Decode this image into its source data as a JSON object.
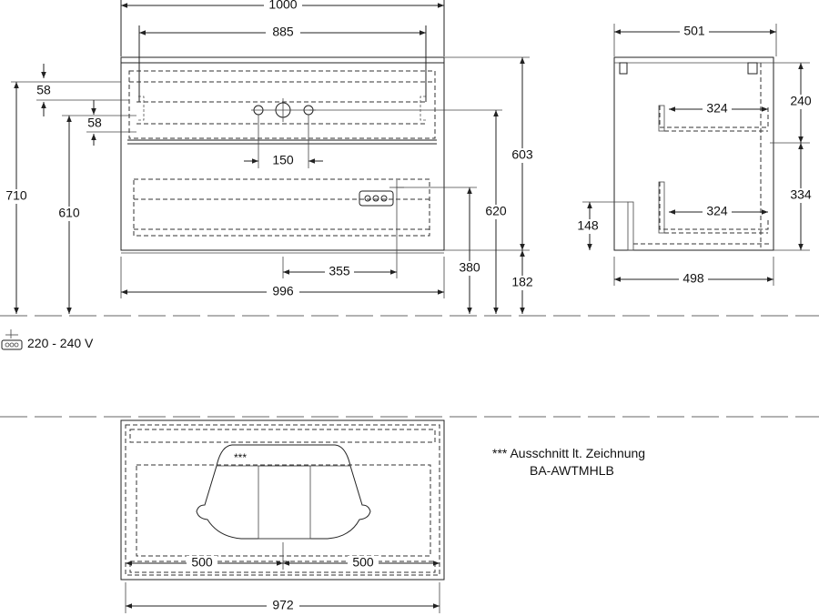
{
  "front_view": {
    "overall_width": "1000",
    "inner_width": "885",
    "top_offset": "58",
    "second_offset": "58",
    "tap_spacing": "150",
    "total_height_left": "710",
    "installation_height": "610",
    "cabinet_height": "603",
    "overall_height_right": "620",
    "socket_height": "380",
    "floor_clearance": "182",
    "socket_offset": "355",
    "base_width": "996"
  },
  "side_view": {
    "depth_top": "501",
    "upper_drawer_height": "240",
    "lower_drawer_height": "334",
    "upper_drawer_depth": "324",
    "lower_drawer_depth": "324",
    "plinth_height": "148",
    "depth_bottom": "498"
  },
  "electrical": {
    "voltage": "220 - 240 V",
    "icon": "power-socket-icon"
  },
  "top_view": {
    "cutout_marker": "***",
    "left_half": "500",
    "right_half": "500",
    "total_width": "972"
  },
  "note": {
    "line1": "*** Ausschnitt lt. Zeichnung",
    "line2": "BA-AWTMHLB"
  }
}
